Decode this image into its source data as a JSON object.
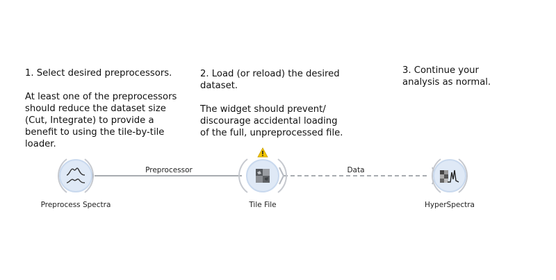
{
  "notes": [
    {
      "paragraphs": [
        "1. Select desired preprocessors.",
        "At least one of the preprocessors\nshould reduce the dataset size\n(Cut, Integrate) to provide a\nbenefit to using the tile-by-tile\nloader."
      ]
    },
    {
      "paragraphs": [
        "2. Load (or reload) the desired\ndataset.",
        "The widget should prevent/\ndiscourage accidental loading\nof the full, unpreprocessed file."
      ]
    },
    {
      "paragraphs": [
        "3. Continue your\nanalysis as normal."
      ]
    }
  ],
  "nodes": [
    {
      "id": "preprocess",
      "label": "Preprocess Spectra",
      "icon": "spectra-waves-icon"
    },
    {
      "id": "tilefile",
      "label": "Tile File",
      "icon": "tile-file-icon",
      "status": "warning"
    },
    {
      "id": "hyperspectra",
      "label": "HyperSpectra",
      "icon": "hyperspectra-icon"
    }
  ],
  "links": [
    {
      "from": "preprocess",
      "to": "tilefile",
      "label": "Preprocessor",
      "style": "solid"
    },
    {
      "from": "tilefile",
      "to": "hyperspectra",
      "label": "Data",
      "style": "dashed"
    }
  ],
  "colors": {
    "node_fill": "#dfe9f6",
    "node_ring": "#c9d9ee",
    "link": "#8a8f96",
    "warning": "#f2c500"
  }
}
